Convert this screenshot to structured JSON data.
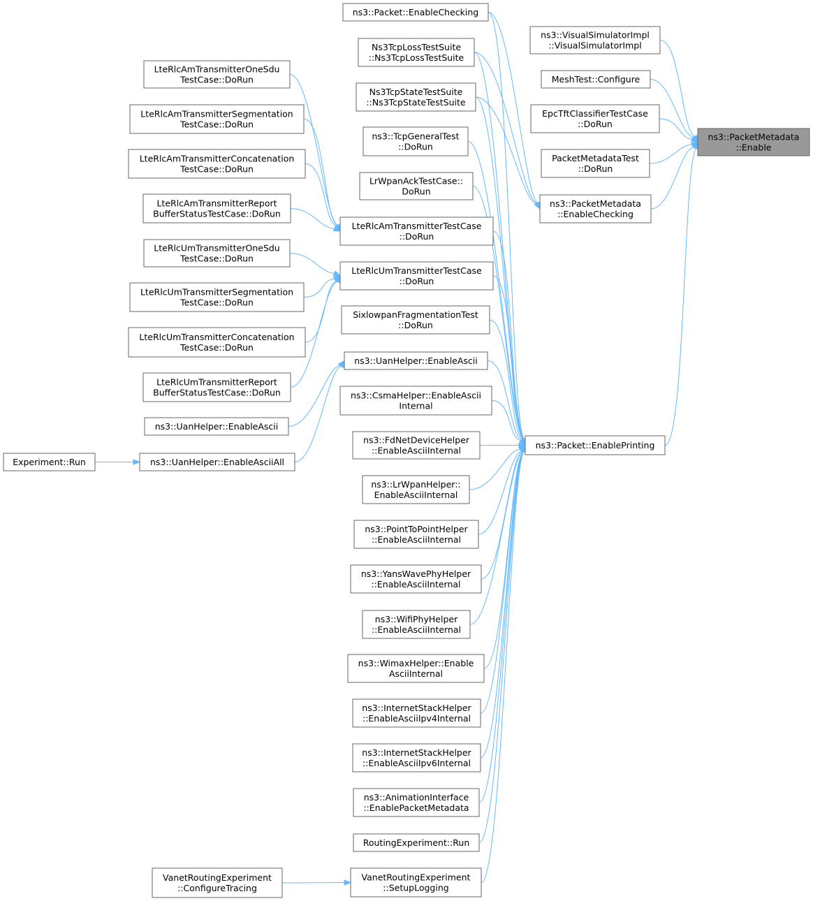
{
  "graph": {
    "root": "enable",
    "nodes": [
      {
        "id": "enable",
        "lines": [
          "ns3::PacketMetadata",
          "::Enable"
        ],
        "highlight": true
      },
      {
        "id": "visual_sim",
        "lines": [
          "ns3::VisualSimulatorImpl",
          "::VisualSimulatorImpl"
        ]
      },
      {
        "id": "mesh_test",
        "lines": [
          "MeshTest::Configure"
        ]
      },
      {
        "id": "epc_tft",
        "lines": [
          "EpcTftClassifierTestCase",
          "::DoRun"
        ]
      },
      {
        "id": "pm_test",
        "lines": [
          "PacketMetadataTest",
          "::DoRun"
        ]
      },
      {
        "id": "pm_enable_checking",
        "lines": [
          "ns3::PacketMetadata",
          "::EnableChecking"
        ]
      },
      {
        "id": "packet_enable_checking",
        "lines": [
          "ns3::Packet::EnableChecking"
        ]
      },
      {
        "id": "tcp_loss",
        "lines": [
          "Ns3TcpLossTestSuite",
          "::Ns3TcpLossTestSuite"
        ]
      },
      {
        "id": "tcp_state",
        "lines": [
          "Ns3TcpStateTestSuite",
          "::Ns3TcpStateTestSuite"
        ]
      },
      {
        "id": "tcp_general",
        "lines": [
          "ns3::TcpGeneralTest",
          "::DoRun"
        ]
      },
      {
        "id": "lrwpan_ack",
        "lines": [
          "LrWpanAckTestCase::",
          "DoRun"
        ]
      },
      {
        "id": "am_tc",
        "lines": [
          "LteRlcAmTransmitterTestCase",
          "::DoRun"
        ]
      },
      {
        "id": "um_tc",
        "lines": [
          "LteRlcUmTransmitterTestCase",
          "::DoRun"
        ]
      },
      {
        "id": "sixlowpan",
        "lines": [
          "SixlowpanFragmentationTest",
          "::DoRun"
        ]
      },
      {
        "id": "uan_ascii_mid",
        "lines": [
          "ns3::UanHelper::EnableAscii"
        ]
      },
      {
        "id": "csma",
        "lines": [
          "ns3::CsmaHelper::EnableAscii",
          "Internal"
        ]
      },
      {
        "id": "fdnet",
        "lines": [
          "ns3::FdNetDeviceHelper",
          "::EnableAsciiInternal"
        ]
      },
      {
        "id": "lrwpan_helper",
        "lines": [
          "ns3::LrWpanHelper::",
          "EnableAsciiInternal"
        ]
      },
      {
        "id": "p2p",
        "lines": [
          "ns3::PointToPointHelper",
          "::EnableAsciiInternal"
        ]
      },
      {
        "id": "yanswave",
        "lines": [
          "ns3::YansWavePhyHelper",
          "::EnableAsciiInternal"
        ]
      },
      {
        "id": "wifiphy",
        "lines": [
          "ns3::WifiPhyHelper",
          "::EnableAsciiInternal"
        ]
      },
      {
        "id": "wimax",
        "lines": [
          "ns3::WimaxHelper::Enable",
          "AsciiInternal"
        ]
      },
      {
        "id": "inet_v4",
        "lines": [
          "ns3::InternetStackHelper",
          "::EnableAsciiIpv4Internal"
        ]
      },
      {
        "id": "inet_v6",
        "lines": [
          "ns3::InternetStackHelper",
          "::EnableAsciiIpv6Internal"
        ]
      },
      {
        "id": "anim",
        "lines": [
          "ns3::AnimationInterface",
          "::EnablePacketMetadata"
        ]
      },
      {
        "id": "routing_run",
        "lines": [
          "RoutingExperiment::Run"
        ]
      },
      {
        "id": "vanet_setup",
        "lines": [
          "VanetRoutingExperiment",
          "::SetupLogging"
        ]
      },
      {
        "id": "packet_enable_printing",
        "lines": [
          "ns3::Packet::EnablePrinting"
        ]
      },
      {
        "id": "am_one_sdu",
        "lines": [
          "LteRlcAmTransmitterOneSdu",
          "TestCase::DoRun"
        ]
      },
      {
        "id": "am_seg",
        "lines": [
          "LteRlcAmTransmitterSegmentation",
          "TestCase::DoRun"
        ]
      },
      {
        "id": "am_concat",
        "lines": [
          "LteRlcAmTransmitterConcatenation",
          "TestCase::DoRun"
        ]
      },
      {
        "id": "am_report",
        "lines": [
          "LteRlcAmTransmitterReport",
          "BufferStatusTestCase::DoRun"
        ]
      },
      {
        "id": "um_one_sdu",
        "lines": [
          "LteRlcUmTransmitterOneSdu",
          "TestCase::DoRun"
        ]
      },
      {
        "id": "um_seg",
        "lines": [
          "LteRlcUmTransmitterSegmentation",
          "TestCase::DoRun"
        ]
      },
      {
        "id": "um_concat",
        "lines": [
          "LteRlcUmTransmitterConcatenation",
          "TestCase::DoRun"
        ]
      },
      {
        "id": "um_report",
        "lines": [
          "LteRlcUmTransmitterReport",
          "BufferStatusTestCase::DoRun"
        ]
      },
      {
        "id": "uan_ascii_left",
        "lines": [
          "ns3::UanHelper::EnableAscii"
        ]
      },
      {
        "id": "uan_ascii_all",
        "lines": [
          "ns3::UanHelper::EnableAsciiAll"
        ]
      },
      {
        "id": "experiment_run",
        "lines": [
          "Experiment::Run"
        ]
      },
      {
        "id": "vanet_config",
        "lines": [
          "VanetRoutingExperiment",
          "::ConfigureTracing"
        ]
      }
    ],
    "edges": [
      {
        "from": "visual_sim",
        "to": "enable"
      },
      {
        "from": "mesh_test",
        "to": "enable"
      },
      {
        "from": "epc_tft",
        "to": "enable"
      },
      {
        "from": "pm_test",
        "to": "enable"
      },
      {
        "from": "pm_enable_checking",
        "to": "enable"
      },
      {
        "from": "packet_enable_printing",
        "to": "enable"
      },
      {
        "from": "packet_enable_checking",
        "to": "pm_enable_checking"
      },
      {
        "from": "tcp_loss",
        "to": "pm_enable_checking"
      },
      {
        "from": "tcp_state",
        "to": "pm_enable_checking"
      },
      {
        "from": "packet_enable_checking",
        "to": "packet_enable_printing"
      },
      {
        "from": "tcp_loss",
        "to": "packet_enable_printing"
      },
      {
        "from": "tcp_state",
        "to": "packet_enable_printing"
      },
      {
        "from": "tcp_general",
        "to": "packet_enable_printing"
      },
      {
        "from": "lrwpan_ack",
        "to": "packet_enable_printing"
      },
      {
        "from": "am_tc",
        "to": "packet_enable_printing"
      },
      {
        "from": "um_tc",
        "to": "packet_enable_printing"
      },
      {
        "from": "sixlowpan",
        "to": "packet_enable_printing"
      },
      {
        "from": "uan_ascii_mid",
        "to": "packet_enable_printing"
      },
      {
        "from": "csma",
        "to": "packet_enable_printing"
      },
      {
        "from": "fdnet",
        "to": "packet_enable_printing"
      },
      {
        "from": "lrwpan_helper",
        "to": "packet_enable_printing"
      },
      {
        "from": "p2p",
        "to": "packet_enable_printing"
      },
      {
        "from": "yanswave",
        "to": "packet_enable_printing"
      },
      {
        "from": "wifiphy",
        "to": "packet_enable_printing"
      },
      {
        "from": "wimax",
        "to": "packet_enable_printing"
      },
      {
        "from": "inet_v4",
        "to": "packet_enable_printing"
      },
      {
        "from": "inet_v6",
        "to": "packet_enable_printing"
      },
      {
        "from": "anim",
        "to": "packet_enable_printing"
      },
      {
        "from": "routing_run",
        "to": "packet_enable_printing"
      },
      {
        "from": "vanet_setup",
        "to": "packet_enable_printing"
      },
      {
        "from": "am_one_sdu",
        "to": "am_tc"
      },
      {
        "from": "am_seg",
        "to": "am_tc"
      },
      {
        "from": "am_concat",
        "to": "am_tc"
      },
      {
        "from": "am_report",
        "to": "am_tc"
      },
      {
        "from": "um_one_sdu",
        "to": "um_tc"
      },
      {
        "from": "um_seg",
        "to": "um_tc"
      },
      {
        "from": "um_concat",
        "to": "um_tc"
      },
      {
        "from": "um_report",
        "to": "um_tc"
      },
      {
        "from": "uan_ascii_left",
        "to": "uan_ascii_mid"
      },
      {
        "from": "uan_ascii_all",
        "to": "uan_ascii_mid"
      },
      {
        "from": "experiment_run",
        "to": "uan_ascii_all"
      },
      {
        "from": "vanet_config",
        "to": "vanet_setup"
      }
    ],
    "colors": {
      "edge": "#63b8ff",
      "node_border": "#666666",
      "node_fill": "#ffffff",
      "root_fill": "#999999",
      "text": "#000000"
    }
  }
}
